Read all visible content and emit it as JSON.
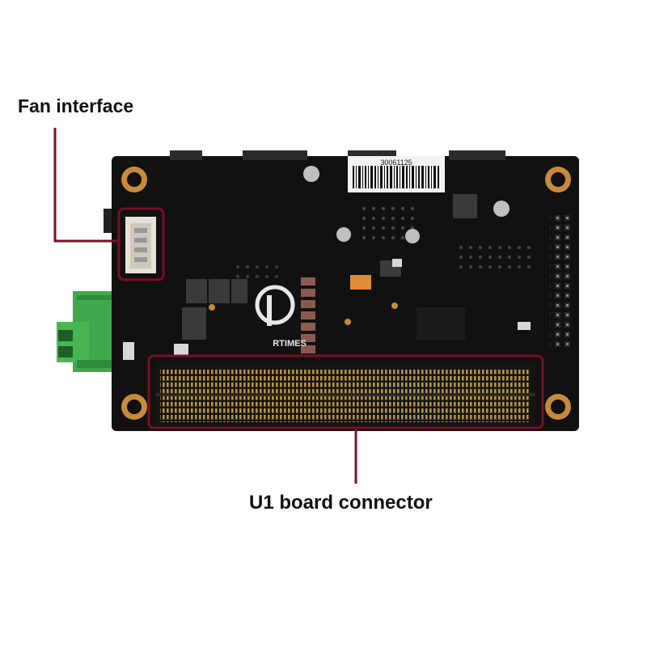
{
  "callouts": {
    "fan_interface": "Fan interface",
    "board_connector": "U1 board connector"
  },
  "board": {
    "barcode_number": "30061125",
    "silkscreen_brand": "RTIMES"
  },
  "colors": {
    "pcb": "#111111",
    "callout_line": "#7a1020",
    "terminal_block": "#3ea84a",
    "mounting_pad": "#c78a3c"
  }
}
